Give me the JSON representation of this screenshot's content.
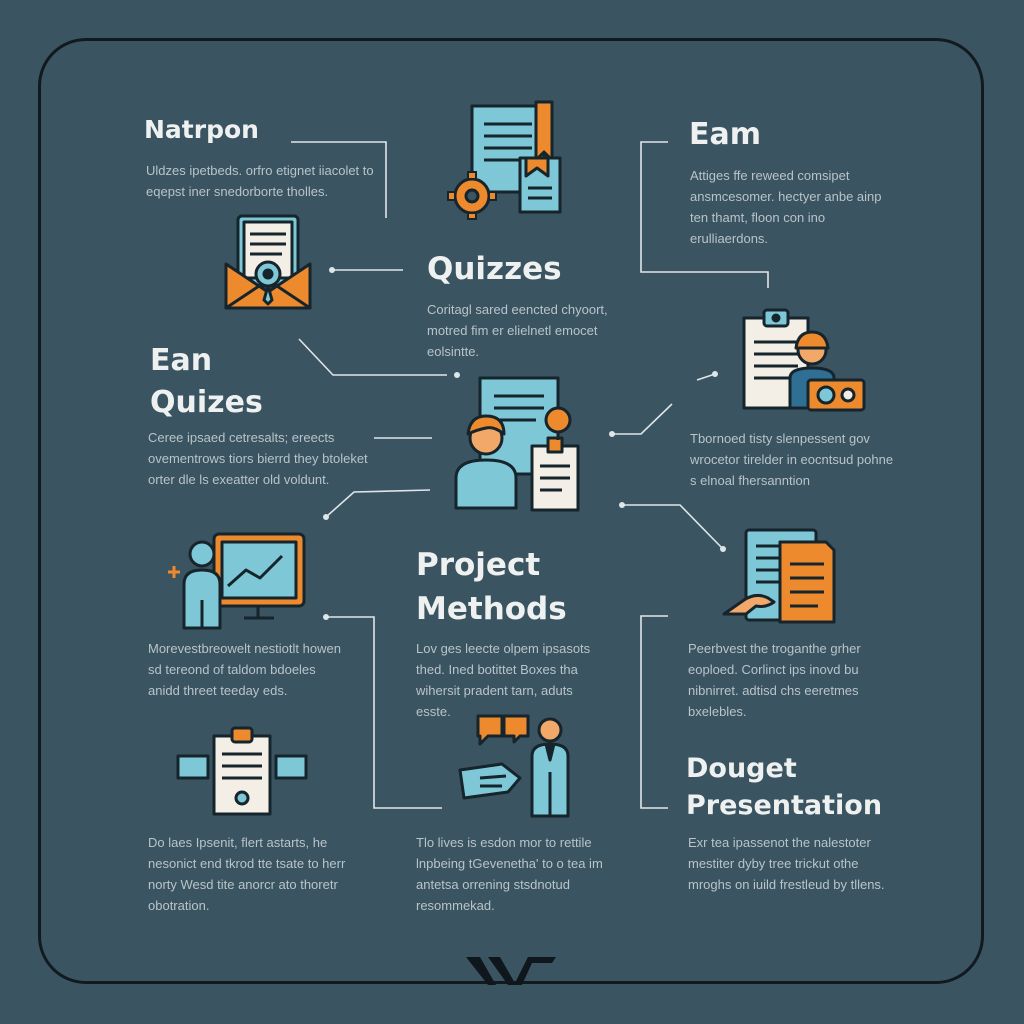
{
  "sections": [
    {
      "id": "natrpon",
      "title_lines": [
        "Natrpon"
      ],
      "body": "Uldzes ipetbeds. orfro etignet iiacolet to eqepst iner snedorborte tholles."
    },
    {
      "id": "quizzes",
      "title_lines": [
        "Quizzes"
      ],
      "body": "Coritagl sared eencted chyoort, motred fim er elielnetl emocet eolsintte."
    },
    {
      "id": "eam",
      "title_lines": [
        "Eam"
      ],
      "body": "Attiges ffe reweed comsipet ansmcesomer. hectyer anbe ainp ten thamt, floon con ino erulliaerdons."
    },
    {
      "id": "ean-quizes",
      "title_lines": [
        "Ean",
        "Quizes"
      ],
      "body": "Ceree ipsaed cetresalts; ereects ovementrows tiors bierrd they btoleket orter dle ls exeatter old voldunt."
    },
    {
      "id": "thornoed",
      "title_lines": [],
      "body": "Tbornoed tisty slenpessent gov wrocetor tirelder in eocntsud pohne s elnoal fhersanntion"
    },
    {
      "id": "project-methods",
      "title_lines": [
        "Project",
        "Methods"
      ],
      "body": "Lov ges leecte olpem ipsasots thed. Ined botittet Boxes tha wihersit pradent tarn, aduts esste."
    },
    {
      "id": "morevestr",
      "title_lines": [],
      "body": "Morevestbreowelt nestiotlt howen sd tereond of taldom bdoeles anidd threet teeday eds."
    },
    {
      "id": "peerbvest",
      "title_lines": [],
      "body": "Peerbvest the troganthe grher eoploed. Corlinct ips inovd bu nibnirret. adtisd chs eeretmes bxelebles."
    },
    {
      "id": "dolaes",
      "title_lines": [],
      "body": "Do laes Ipsenit, flert astarts, he nesonict end tkrod tte tsate to herr norty Wesd tite anorcr ato thoretr obotration."
    },
    {
      "id": "tlolves",
      "title_lines": [],
      "body": "Tlo lives is esdon mor to rettile lnpbeing tGevenetha' to o tea im antetsa orrening stsdnotud resommekad."
    },
    {
      "id": "douget",
      "title_lines": [
        "Douget",
        "Presentation"
      ],
      "body": "Exr tea ipassenot the nalestoter mestiter dyby tree trickut othe mroghs on iuild frestleud by tllens."
    }
  ],
  "colors": {
    "background": "#3a5462",
    "frame": "#121a20",
    "title": "#eef1f0",
    "body": "#b9c4c8",
    "accent_orange": "#ee8a2e",
    "accent_blue": "#7ec7d7",
    "line": "#dfe6e8"
  },
  "icons": [
    "document-gear-icon",
    "envelope-letter-icon",
    "clipboard-person-icon",
    "person-document-icon",
    "presentation-screen-icon",
    "document-hand-icon",
    "clipboard-rollers-icon",
    "presenter-speech-icon",
    "logo-mark"
  ]
}
